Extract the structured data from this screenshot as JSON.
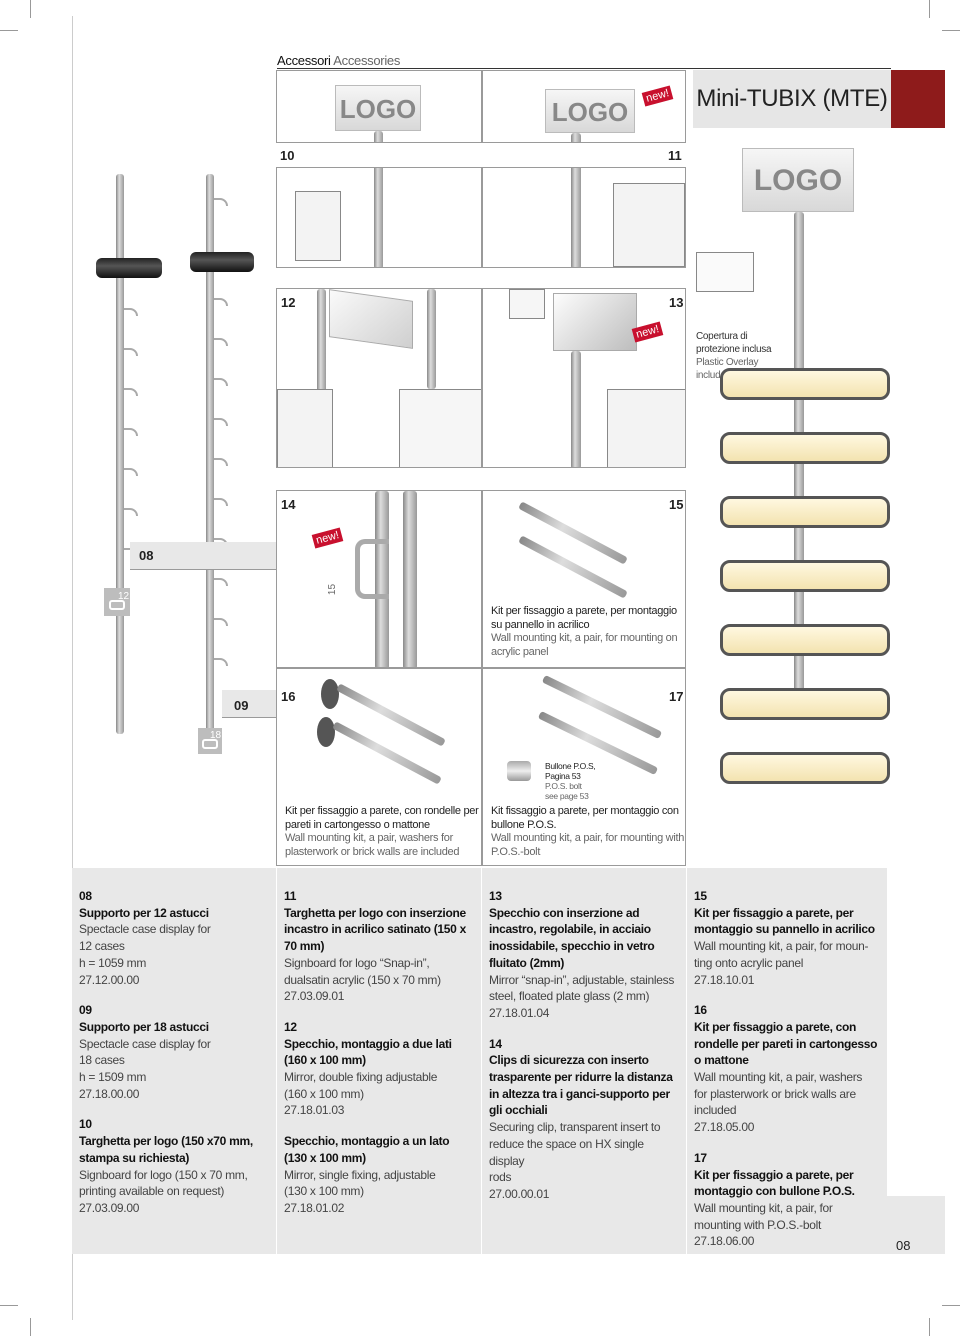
{
  "header": {
    "section_it": "Accessori",
    "section_en": "Accessories",
    "title": "Mini-TUBIX (MTE)",
    "page_tab": "08"
  },
  "badges": {
    "new": "new!"
  },
  "logo_text": "LOGO",
  "panels": {
    "p10": "10",
    "p11": "11",
    "p12": "12",
    "p13": "13",
    "p14": "14",
    "p15": "15",
    "p16": "16",
    "p17": "17",
    "p08": "08",
    "p09": "09"
  },
  "labels": {
    "dim12": "12",
    "dim18": "18",
    "dim15": "15",
    "overlay_it_1": "Copertura di",
    "overlay_it_2": "protezione inclusa",
    "overlay_en_1": "Plastic Overlay",
    "overlay_en_2": "included",
    "kit15_it_1": "Kit per fissaggio a parete,  per montaggio",
    "kit15_it_2": "su pannello in acrilico",
    "kit15_en_1": "Wall mounting kit, a pair, for mounting on",
    "kit15_en_2": "acrylic panel",
    "kit16_it_1": "Kit per fissaggio a parete, con rondelle per",
    "kit16_it_2": "pareti in cartongesso o mattone",
    "kit16_en_1": "Wall mounting kit, a pair, washers for",
    "kit16_en_2": "plasterwork or brick walls are included",
    "bolt_1": "Bullone P.O.S,",
    "bolt_2": "Pagina 53",
    "bolt_3": "P.O.S. bolt",
    "bolt_4": "see page 53",
    "kit17_it_1": "Kit fissaggio a parete, per montaggio con",
    "kit17_it_2": "bullone P.O.S.",
    "kit17_en_1": "Wall mounting kit, a pair, for mounting with",
    "kit17_en_2": "P.O.S.-bolt"
  },
  "columns": [
    [
      {
        "h": "08",
        "it": "Supporto per 12 astucci",
        "en": [
          "Spectacle case display for",
          "12 cases",
          "h = 1059 mm",
          "27.12.00.00"
        ]
      },
      {
        "h": "09",
        "it": "Supporto per 18 astucci",
        "en": [
          "Spectacle case display for",
          "18 cases",
          "h = 1509 mm",
          "27.18.00.00"
        ]
      },
      {
        "h": "10",
        "it": "Targhetta per logo (150 x70 mm, stampa su richiesta)",
        "en": [
          "Signboard for logo (150 x 70 mm,",
          "printing available on request)",
          "27.03.09.00"
        ]
      }
    ],
    [
      {
        "h": "11",
        "it": "Targhetta per logo con inserzione incastro in acrilico satinato (150 x 70 mm)",
        "en": [
          "Signboard for logo “Snap-in”,",
          "dualsatin acrylic (150 x 70 mm)",
          "27.03.09.01"
        ]
      },
      {
        "h": "12",
        "it": "Specchio, montaggio a due lati (160 x 100 mm)",
        "en": [
          "Mirror, double fixing adjustable",
          "(160 x 100 mm)",
          "27.18.01.03"
        ]
      },
      {
        "h": "",
        "it": "Specchio, montaggio a un lato (130 x 100 mm)",
        "en": [
          "Mirror, single fixing, adjustable",
          "(130 x 100 mm)",
          "27.18.01.02"
        ]
      }
    ],
    [
      {
        "h": "13",
        "it": "Specchio con inserzione ad incastro, regolabile, in acciaio inossidabile, specchio in vetro fluitato (2mm)",
        "en": [
          "Mirror “snap-in”, adjustable, stainless",
          "steel, floated plate glass (2 mm)",
          "27.18.01.04"
        ]
      },
      {
        "h": "14",
        "it": "Clips di sicurezza con inserto trasparente per ridurre la distanza in altezza tra i ganci-supporto per gli occhiali",
        "en": [
          "Securing clip, transparent insert to",
          "reduce the space on HX single display",
          "rods",
          "27.00.00.01"
        ]
      }
    ],
    [
      {
        "h": "15",
        "it": "Kit per fissaggio a parete,  per montaggio su pannello in acrilico",
        "en": [
          "Wall mounting kit, a pair, for moun-",
          "ting onto acrylic panel",
          "27.18.10.01"
        ]
      },
      {
        "h": "16",
        "it": "Kit per fissaggio a parete, con rondelle per pareti in cartongesso o mattone",
        "en": [
          "Wall mounting kit, a pair, washers",
          "for plasterwork or brick walls are",
          "included",
          "27.18.05.00"
        ]
      },
      {
        "h": "17",
        "it": "Kit per fissaggio a parete, per montaggio con bullone P.O.S.",
        "en": [
          "Wall mounting kit, a pair, for",
          "mounting with P.O.S.-bolt",
          "27.18.06.00"
        ]
      }
    ]
  ]
}
